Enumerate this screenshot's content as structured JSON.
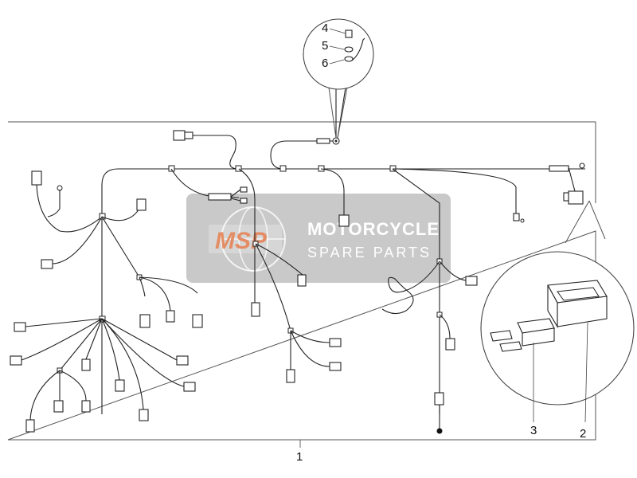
{
  "watermark": {
    "logo": "MSP",
    "title": "MOTORCYCLE",
    "subtitle": "SPARE PARTS",
    "colors": {
      "band": "#8a8a8a",
      "logo": "#e07a4a",
      "text": "#ffffff"
    }
  },
  "callouts": {
    "main_harness": "1",
    "fuse_holder": "2",
    "fuse": "3",
    "screw": "4",
    "washer": "5",
    "nut": "6"
  }
}
